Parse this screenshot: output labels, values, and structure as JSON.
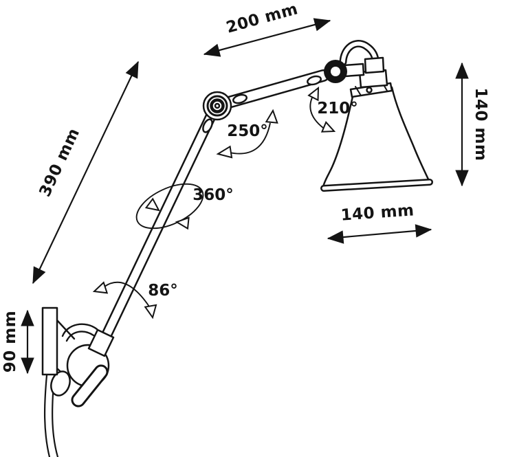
{
  "diagram": {
    "colors": {
      "ink": "#141414",
      "background": "#ffffff"
    },
    "labels": {
      "dim_200": "200 mm",
      "dim_390": "390 mm",
      "dim_140_height": "140 mm",
      "dim_140_width": "140 mm",
      "dim_90": "90 mm",
      "angle_250": "250°",
      "angle_210": "210°",
      "angle_360": "360°",
      "angle_86": "86°"
    }
  }
}
